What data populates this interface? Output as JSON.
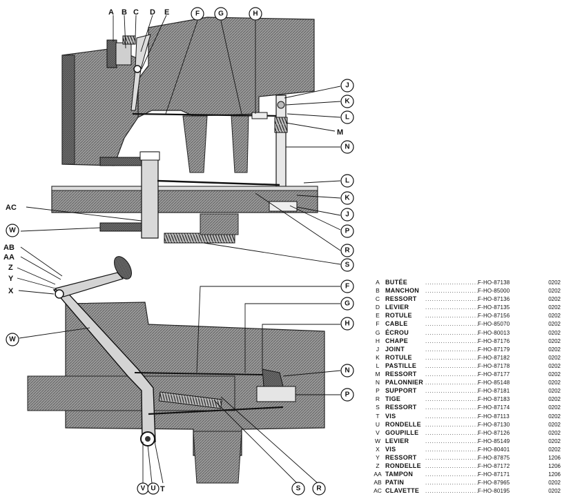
{
  "callouts": {
    "top_letters": [
      "A",
      "B",
      "C",
      "D",
      "E"
    ],
    "F": "F",
    "G": "G",
    "H": "H",
    "J": "J",
    "K": "K",
    "L": "L",
    "M": "M",
    "N": "N",
    "P": "P",
    "R": "R",
    "S": "S",
    "W": "W",
    "AC": "AC",
    "AB": "AB",
    "AA": "AA",
    "Z": "Z",
    "Y": "Y",
    "X": "X",
    "V": "V",
    "U": "U",
    "T": "T"
  },
  "parts": [
    {
      "letter": "A",
      "name": "BUTÉE",
      "ref": "F-HO-87138",
      "code": "0202"
    },
    {
      "letter": "B",
      "name": "MANCHON",
      "ref": "F-HO-85000",
      "code": "0202"
    },
    {
      "letter": "C",
      "name": "RESSORT",
      "ref": "F-HO-87136",
      "code": "0202"
    },
    {
      "letter": "D",
      "name": "LEVIER",
      "ref": "F-HO-87135",
      "code": "0202"
    },
    {
      "letter": "E",
      "name": "ROTULE",
      "ref": "F-HO-87156",
      "code": "0202"
    },
    {
      "letter": "F",
      "name": "CABLE",
      "ref": "F-HO-85070",
      "code": "0202"
    },
    {
      "letter": "G",
      "name": "ÉCROU",
      "ref": "F-HO-80013",
      "code": "0202"
    },
    {
      "letter": "H",
      "name": "CHAPE",
      "ref": "F-HO-87176",
      "code": "0202"
    },
    {
      "letter": "J",
      "name": "JOINT",
      "ref": "F-HO-87179",
      "code": "0202"
    },
    {
      "letter": "K",
      "name": "ROTULE",
      "ref": "F-HO-87182",
      "code": "0202"
    },
    {
      "letter": "L",
      "name": "PASTILLE",
      "ref": "F-HO-87178",
      "code": "0202"
    },
    {
      "letter": "M",
      "name": "RESSORT",
      "ref": "F-HO-87177",
      "code": "0202"
    },
    {
      "letter": "N",
      "name": "PALONNIER",
      "ref": "F-HO-85148",
      "code": "0202"
    },
    {
      "letter": "P",
      "name": "SUPPORT",
      "ref": "F-HO-87181",
      "code": "0202"
    },
    {
      "letter": "R",
      "name": "TIGE",
      "ref": "F-HO-87183",
      "code": "0202"
    },
    {
      "letter": "S",
      "name": "RESSORT",
      "ref": "F-HO-87174",
      "code": "0202"
    },
    {
      "letter": "T",
      "name": "VIS",
      "ref": "F-HO-87113",
      "code": "0202"
    },
    {
      "letter": "U",
      "name": "RONDELLE",
      "ref": "F-HO-87130",
      "code": "0202"
    },
    {
      "letter": "V",
      "name": "GOUPILLE",
      "ref": "F-HO-87126",
      "code": "0202"
    },
    {
      "letter": "W",
      "name": "LEVIER",
      "ref": "F-HO-85149",
      "code": "0202"
    },
    {
      "letter": "X",
      "name": "VIS",
      "ref": "F-HO-80401",
      "code": "0202"
    },
    {
      "letter": "Y",
      "name": "RESSORT",
      "ref": "F-HO-87875",
      "code": "1206"
    },
    {
      "letter": "Z",
      "name": "RONDELLE",
      "ref": "F-HO-87172",
      "code": "1206"
    },
    {
      "letter": "AA",
      "name": "TAMPON",
      "ref": "F-HO-87171",
      "code": "1206"
    },
    {
      "letter": "AB",
      "name": "PATIN",
      "ref": "F-HO-87965",
      "code": "0202"
    },
    {
      "letter": "AC",
      "name": "CLAVETTE",
      "ref": "F-HO-80195",
      "code": "0202"
    }
  ]
}
